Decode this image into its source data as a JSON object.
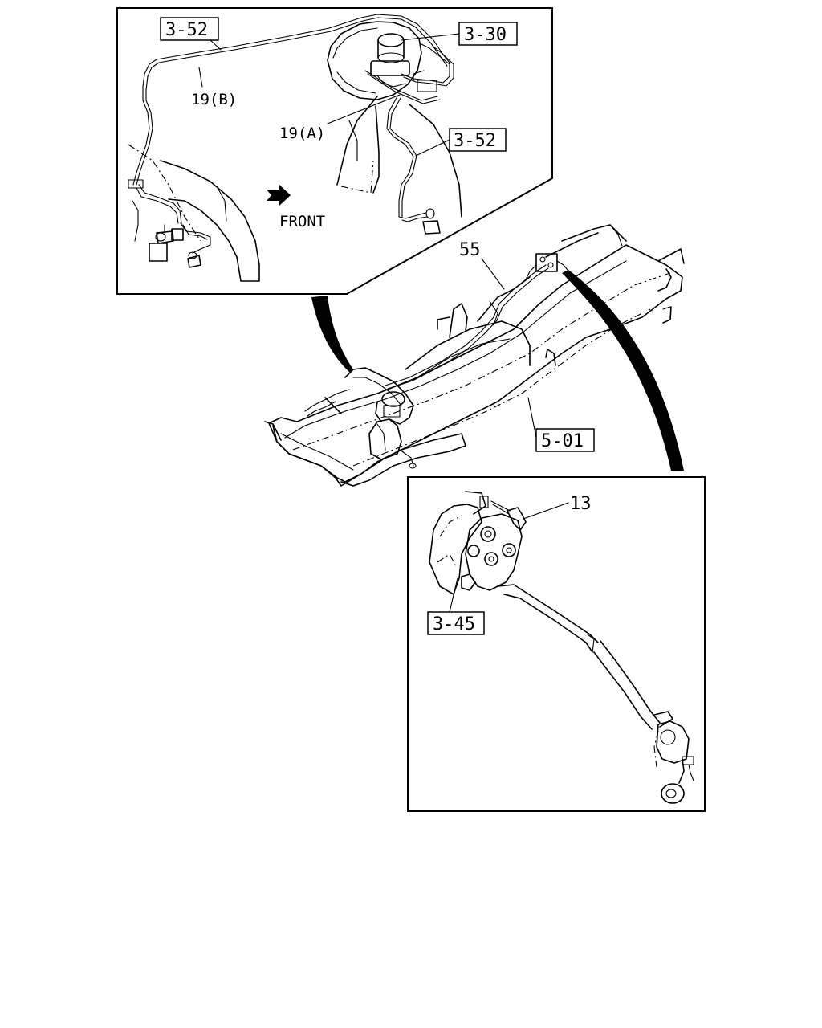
{
  "labels": {
    "ref_3_52_top": "3-52",
    "ref_3_30": "3-30",
    "pipe_19b": "19(B)",
    "pipe_19a": "19(A)",
    "ref_3_52_right": "3-52",
    "front": "FRONT",
    "part_55": "55",
    "ref_5_01": "5-01",
    "part_13": "13",
    "ref_3_45": "3-45"
  },
  "icons": {
    "front_arrow": "front-arrow-icon"
  }
}
